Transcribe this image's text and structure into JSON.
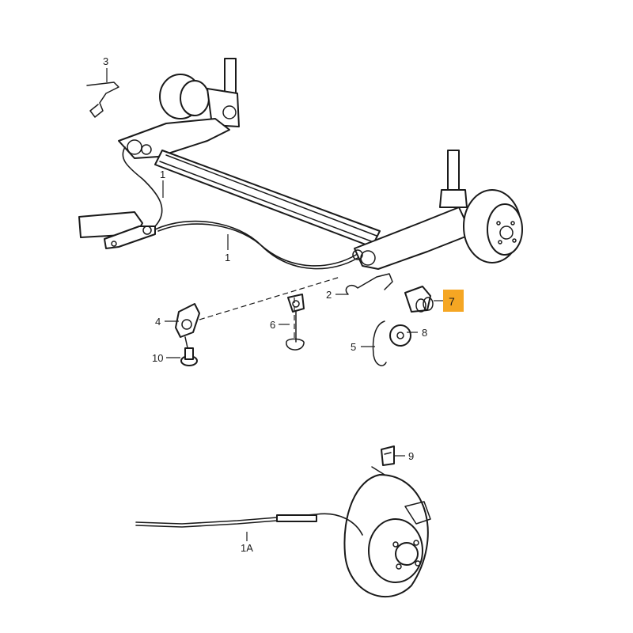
{
  "callouts": {
    "c3": "3",
    "c1a": "1",
    "c1b": "1",
    "c2": "2",
    "c7": "7",
    "c4": "4",
    "c6": "6",
    "c8": "8",
    "c5": "5",
    "c10": "10",
    "c9": "9",
    "c1A": "1A"
  },
  "highlight": {
    "label": "7",
    "color": "#f5a623"
  }
}
